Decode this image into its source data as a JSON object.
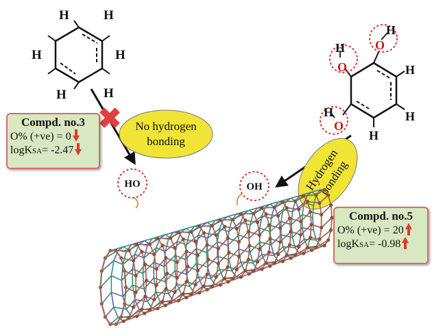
{
  "benzene_atoms": [
    "H",
    "H",
    "H",
    "H",
    "H",
    "H"
  ],
  "pyrogallol_atoms": {
    "h1": "H",
    "h2": "H",
    "h3": "H",
    "o1": "O",
    "o2": "O",
    "o3": "O",
    "ring_h1": "H",
    "ring_h2": "H",
    "ring_h3": "H"
  },
  "groups": {
    "left_oh": "HO",
    "right_oh": "OH"
  },
  "labels": {
    "no_hbond": [
      "No hydrogen",
      "bonding"
    ],
    "hbond": [
      "Hydrogen",
      "bonding"
    ]
  },
  "compd3": {
    "title": "Compd. no.3",
    "o_label": "O% (+ve) = ",
    "o_value": "0",
    "log_prefix": "logK",
    "log_sub": "SA",
    "log_value": "= -2.47",
    "trend": "down"
  },
  "compd5": {
    "title": "Compd. no.5",
    "o_label": "O% (+ve) = ",
    "o_value": "20",
    "log_prefix": "logK",
    "log_sub": "SA",
    "log_value": "= -0.98",
    "trend": "up"
  },
  "colors": {
    "box_fill": "#d7e8c3",
    "box_border": "#d96b6b",
    "ellipse_fill": "#f0e436",
    "dotted_circle": "#d83030",
    "oxygen_red": "#c81818",
    "nanotube_brown": "#a06a5a",
    "nanotube_teal": "#2e8f7a",
    "nanotube_blue": "#5763a8"
  }
}
